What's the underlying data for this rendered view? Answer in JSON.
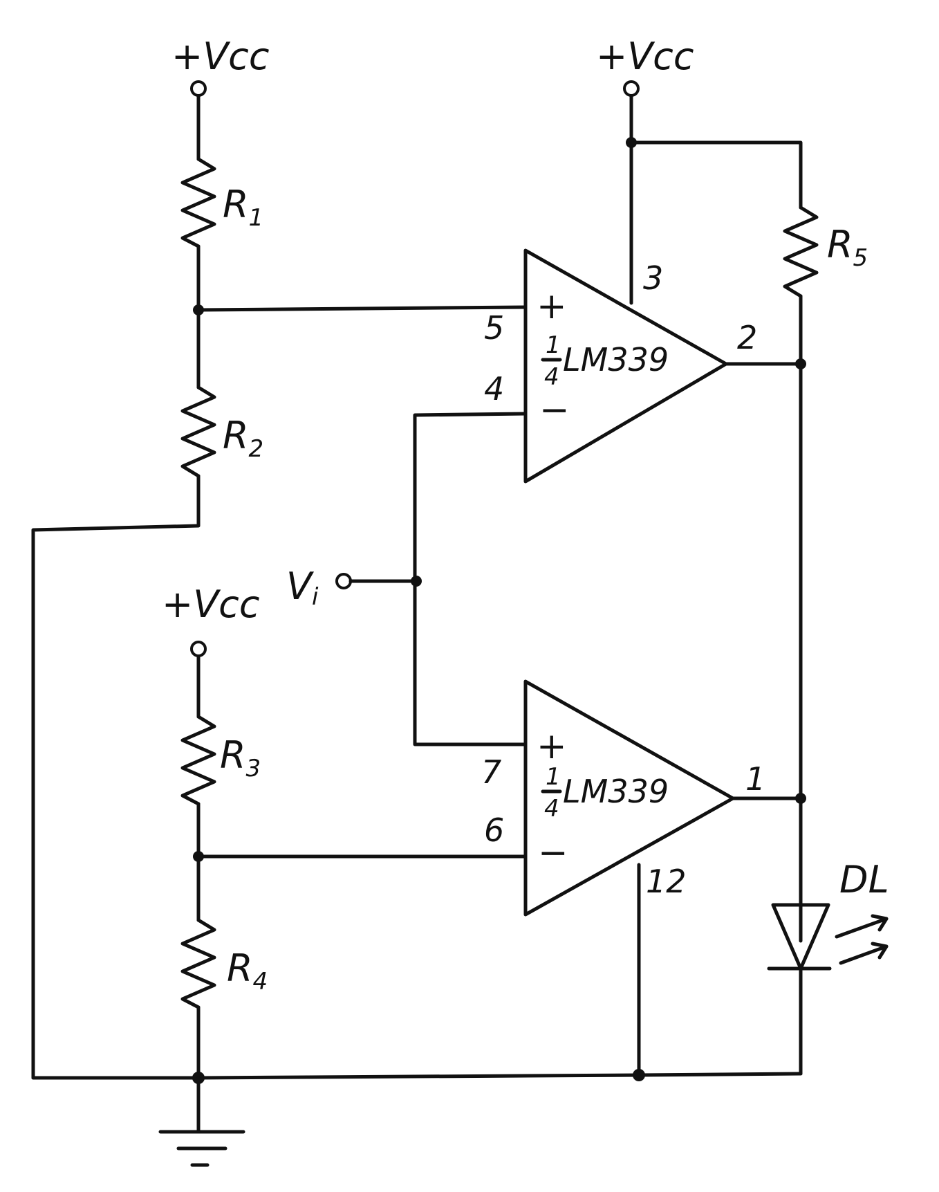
{
  "supplies": {
    "vcc_top_left": "+Vcc",
    "vcc_top_right": "+Vcc",
    "vcc_bottom_left": "+Vcc"
  },
  "resistors": {
    "r1": {
      "name": "R",
      "sub": "1"
    },
    "r2": {
      "name": "R",
      "sub": "2"
    },
    "r3": {
      "name": "R",
      "sub": "3"
    },
    "r4": {
      "name": "R",
      "sub": "4"
    },
    "r5": {
      "name": "R",
      "sub": "5"
    }
  },
  "input": {
    "name": "V",
    "sub": "i"
  },
  "comparators": {
    "top": {
      "fraction_num": "1",
      "fraction_den": "4",
      "part": "LM339",
      "plus_sign": "+",
      "minus_sign": "−",
      "pin_plus": "5",
      "pin_minus": "4",
      "pin_supply": "3",
      "pin_output": "2"
    },
    "bottom": {
      "fraction_num": "1",
      "fraction_den": "4",
      "part": "LM339",
      "plus_sign": "+",
      "minus_sign": "−",
      "pin_plus": "7",
      "pin_minus": "6",
      "pin_ground": "12",
      "pin_output": "1"
    }
  },
  "led": {
    "name": "DL"
  }
}
